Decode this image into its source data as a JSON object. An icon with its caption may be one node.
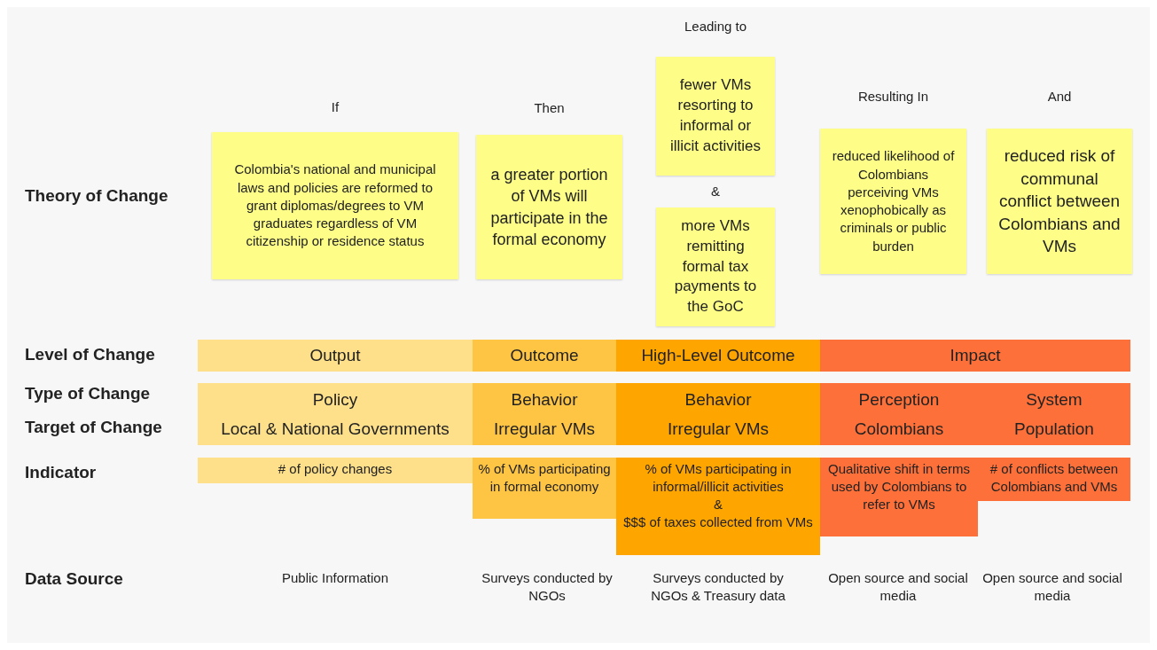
{
  "diagram": {
    "nodes": [
      {
        "text": [
          "Colombia's national and municipal laws and policies are reformed to grant diplomas/degrees to VM graduates regardless of VM citizenship or residence status"
        ],
        "beside": [
          "If"
        ]
      },
      {
        "text": [
          "a greater portion of VMs will participate in the formal economy"
        ],
        "beside": [
          "Then"
        ]
      },
      {
        "text": [
          "fewer VMs resorting to informal or illicit activities"
        ],
        "beside": [
          "Leading to"
        ]
      },
      {
        "text": [
          "more VMs remitting formal tax payments to the GoC"
        ]
      },
      {
        "text": [
          "reduced likelihood of Colombians perceiving VMs xenophobically as criminals or public burden"
        ],
        "beside": [
          "Resulting In"
        ]
      },
      {
        "text": [
          "reduced risk of communal conflict between Colombians and VMs"
        ],
        "beside": [
          "And"
        ]
      },
      {
        "text": [
          "Output"
        ]
      },
      {
        "text": [
          "Outcome"
        ]
      },
      {
        "text": [
          "High-Level Outcome"
        ]
      },
      {
        "text": [
          "Impact"
        ]
      },
      {
        "text": [
          "Policy",
          "Local & National Governments"
        ]
      },
      {
        "text": [
          "Behavior",
          "Irregular VMs"
        ]
      },
      {
        "text": [
          "Behavior",
          "Irregular VMs"
        ]
      },
      {
        "text": [
          "Perception",
          "Colombians"
        ]
      },
      {
        "text": [
          "System",
          "Population"
        ]
      },
      {
        "text": [
          "# of policy changes"
        ]
      },
      {
        "text": [
          "% of VMs participating in formal economy"
        ]
      },
      {
        "text": [
          "% of VMs participating in informal/illicit activities",
          "&",
          "$$$ of taxes collected from VMs"
        ]
      },
      {
        "text": [
          "Qualitative shift in terms used by Colombians to refer to VMs"
        ]
      },
      {
        "text": [
          "# of conflicts between Colombians and VMs"
        ]
      }
    ],
    "labels": [
      "&",
      "Theory of Change",
      "Level of Change",
      "Type of Change",
      "Target of Change",
      "Indicator",
      "Data Source",
      "Public Information",
      "Surveys conducted by NGOs",
      "Surveys conducted by NGOs & Treasury data",
      "Open source and social media",
      "Open source and social media"
    ]
  }
}
